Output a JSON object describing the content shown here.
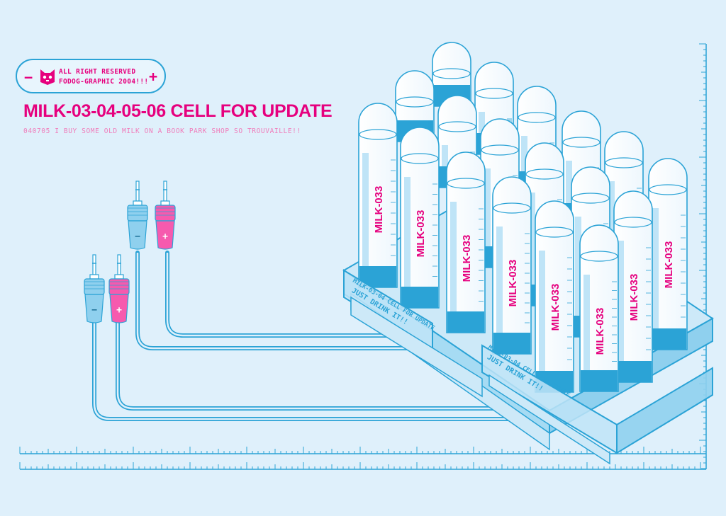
{
  "badge": {
    "minus": "−",
    "plus": "+",
    "line1": "ALL RIGHT RESERVED",
    "line2": "FODOG-GRAPHIC 2004!!!",
    "logo_icon": "cat-face-icon"
  },
  "title": "MILK-03-04-05-06 CELL FOR UPDATE",
  "subtitle": "040705 I BUY SOME OLD MILK ON A BOOK PARK SHOP SO TROUVAILLE!!",
  "tube_label": "MILK-033",
  "crate": {
    "line1": "MILK-03-04 CELL FOR UPDATE",
    "line2": "JUST DRINK IT!!"
  },
  "plugs": {
    "minus_mark": "−",
    "plus_mark": "+"
  },
  "colors": {
    "background": "#dff0fb",
    "accent": "#e6007e",
    "line": "#2ba3d6",
    "blue_fill": "#8fd0ee"
  }
}
